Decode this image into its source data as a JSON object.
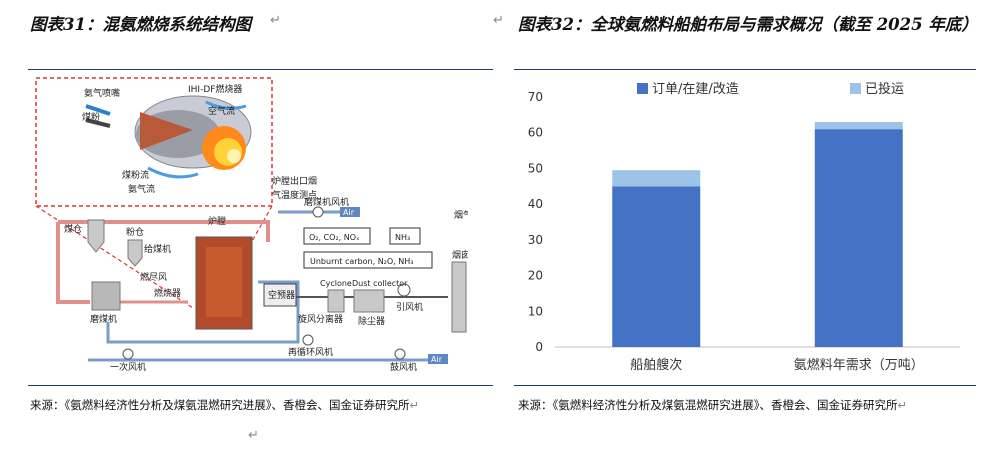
{
  "left": {
    "title": "图表31：混氨燃烧系统结构图",
    "source": "来源：《氨燃料经济性分析及煤氨混燃研究进展》、香橙会、国金证券研究所",
    "diagram": {
      "labels": {
        "nh3_nozzle": "氨气喷嘴",
        "coal_powder": "煤粉",
        "burner_model": "IHI-DF燃烧器",
        "air_flow": "空气流",
        "coal_flow": "煤粉流",
        "ammonia_flow": "氨气流",
        "coal_bin": "煤仓",
        "powder_bin": "粉仓",
        "feeder": "给煤机",
        "furnace": "炉膛",
        "outlet_probe_1": "炉膛出口烟",
        "outlet_probe_2": "气温度测点",
        "mill_fan": "磨煤机风机",
        "air_tag": "Air",
        "gases": "O₂, CO₂, NOₓ",
        "nh3": "NH₃",
        "unburnt": "Unburnt carbon, N₂O, NH₃",
        "overfire": "燃尽风",
        "burner": "燃烧器",
        "mill": "磨煤机",
        "preheater": "空预器",
        "cyclone_en": "Cyclone",
        "dust_en": "Dust collector",
        "cyclone": "旋风分离器",
        "dust": "除尘器",
        "id_fan": "引风机",
        "flue_gas": "烟气",
        "chimney": "烟囱",
        "recirc_fan": "再循环风机",
        "primary_fan": "一次风机",
        "fd_fan": "鼓风机"
      }
    }
  },
  "right": {
    "title": "图表32：全球氨燃料船舶布局与需求概况（截至 2025 年底）",
    "source": "来源：《氨燃料经济性分析及煤氨混燃研究进展》、香橙会、国金证券研究所"
  },
  "marks": {
    "return": "↵"
  },
  "chart_data": {
    "type": "bar",
    "stacked": true,
    "categories": [
      "船舶艘次",
      "氨燃料年需求（万吨）"
    ],
    "series": [
      {
        "name": "订单/在建/改造",
        "values": [
          45,
          61
        ],
        "color": "#4472c4"
      },
      {
        "name": "已投运",
        "values": [
          4.5,
          2
        ],
        "color": "#9dc3e6"
      }
    ],
    "ylim": [
      0,
      70
    ],
    "yticks": [
      0,
      10,
      20,
      30,
      40,
      50,
      60,
      70
    ],
    "legend": "top",
    "grid": false
  }
}
